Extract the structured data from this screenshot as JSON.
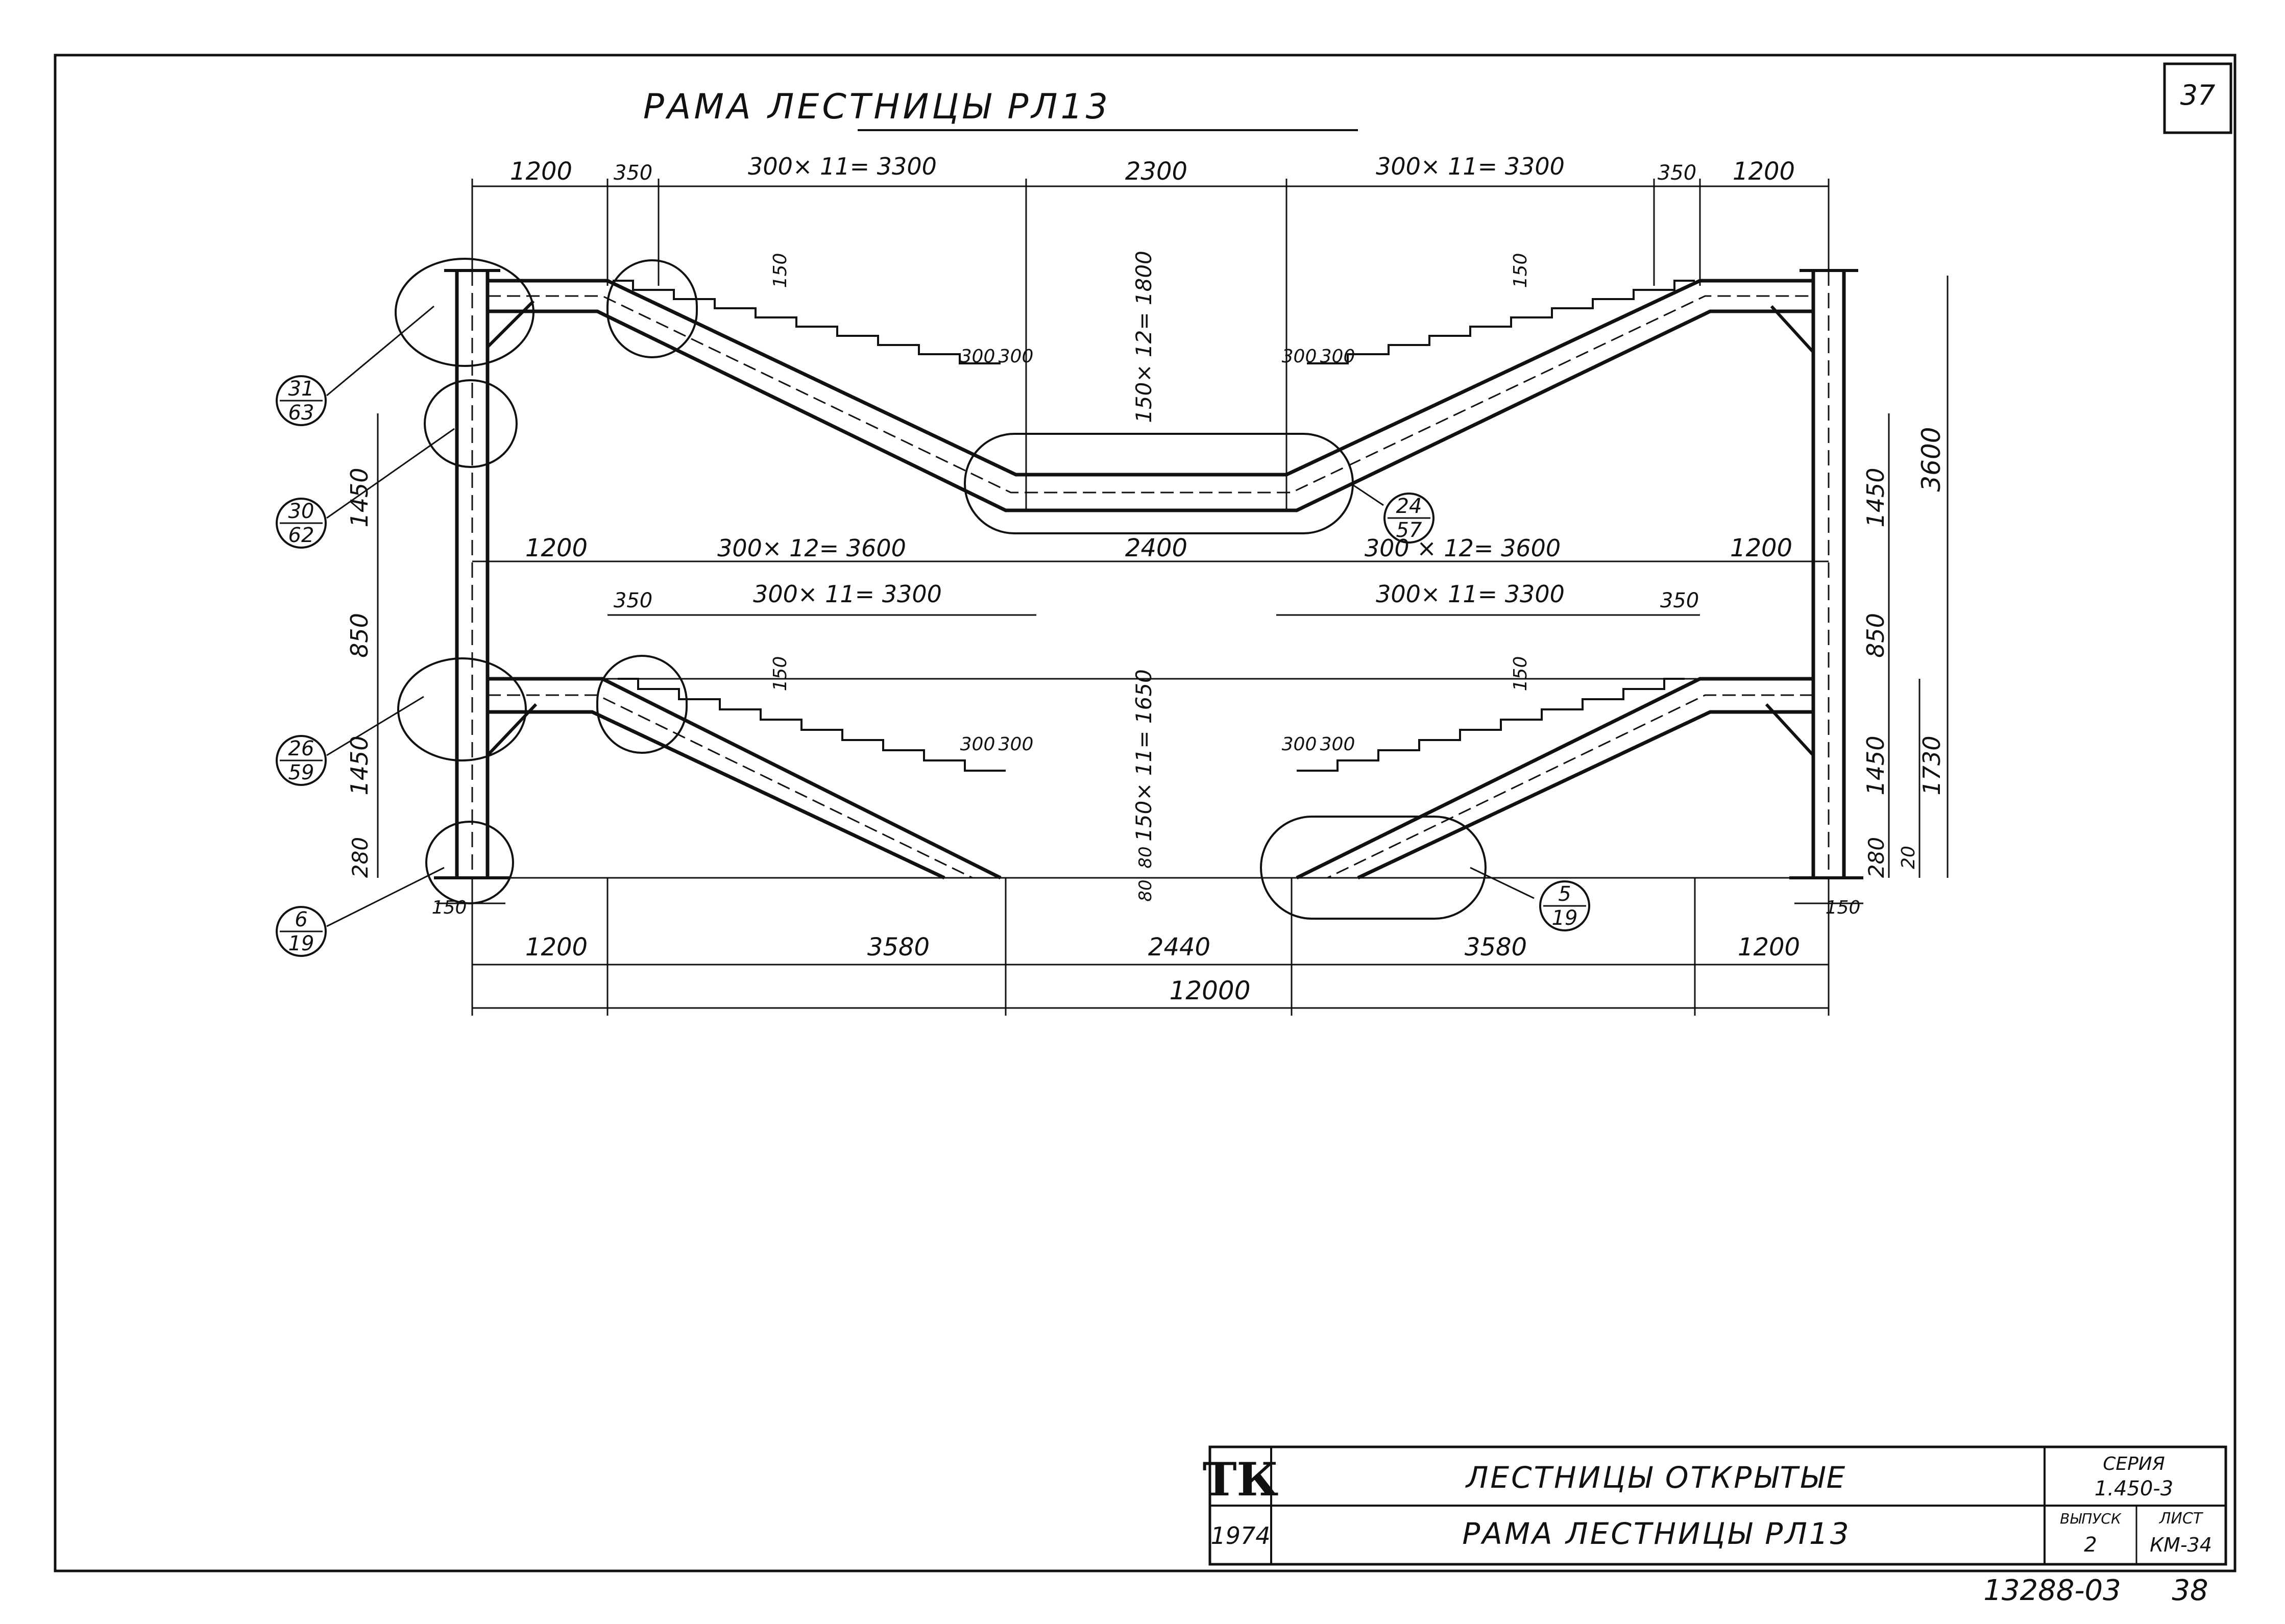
{
  "sheet_number": "37",
  "title": "РАМА ЛЕСТНИЦЫ РЛ13",
  "dimensions": {
    "top_row": [
      "1200",
      "350",
      "300× 11= 3300",
      "2300",
      "300× 11= 3300",
      "350",
      "1200"
    ],
    "upper_mid_row": [
      "1200",
      "300× 12= 3600",
      "2400",
      "300 × 12= 3600",
      "1200"
    ],
    "lower_top_row": [
      "350",
      "300× 11= 3300",
      "300× 11= 3300",
      "350"
    ],
    "bottom_row": [
      "1200",
      "3580",
      "2440",
      "3580",
      "1200"
    ],
    "overall": "12000",
    "left_vertical": [
      "1450",
      "850",
      "1450",
      "280"
    ],
    "right_vertical": [
      "1450",
      "850",
      "1450",
      "280",
      "3600",
      "1730",
      "20"
    ],
    "step_heights": {
      "upper_center": "150× 12= 1800",
      "lower_center": "150× 11= 1650",
      "riser": "150",
      "tread": "300",
      "center_small": "80"
    },
    "column_widths": [
      "150",
      "150"
    ]
  },
  "callouts": [
    {
      "top": "31",
      "bottom": "63"
    },
    {
      "top": "30",
      "bottom": "62"
    },
    {
      "top": "26",
      "bottom": "59"
    },
    {
      "top": "6",
      "bottom": "19"
    },
    {
      "top": "24",
      "bottom": "57"
    },
    {
      "top": "5",
      "bottom": "19"
    }
  ],
  "title_block": {
    "logo": "ТК",
    "year": "1974",
    "name_line_1": "ЛЕСТНИЦЫ ОТКРЫТЫЕ",
    "name_line_2": "РАМА ЛЕСТНИЦЫ РЛ13",
    "series_label": "СЕРИЯ",
    "series_value": "1.450-3",
    "issue_label": "ВЫПУСК",
    "issue_value": "2",
    "sheet_label": "ЛИСТ",
    "sheet_value": "КМ-34"
  },
  "archive_number": "13288-03",
  "archive_page": "38"
}
